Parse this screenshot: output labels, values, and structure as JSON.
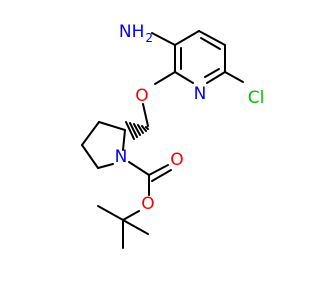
{
  "atoms": {
    "amine": "NH2",
    "amine_main": "NH",
    "amine_sub": "2",
    "pyridine_n": "N",
    "chlorine": "Cl",
    "ether_o": "O",
    "pyrrolidine_n": "N",
    "carbonyl_o": "O",
    "ester_o": "O"
  },
  "colors": {
    "carbon": "#000000",
    "nitrogen": "#0000ff",
    "oxygen": "#ff0000",
    "chlorine": "#00c000"
  }
}
